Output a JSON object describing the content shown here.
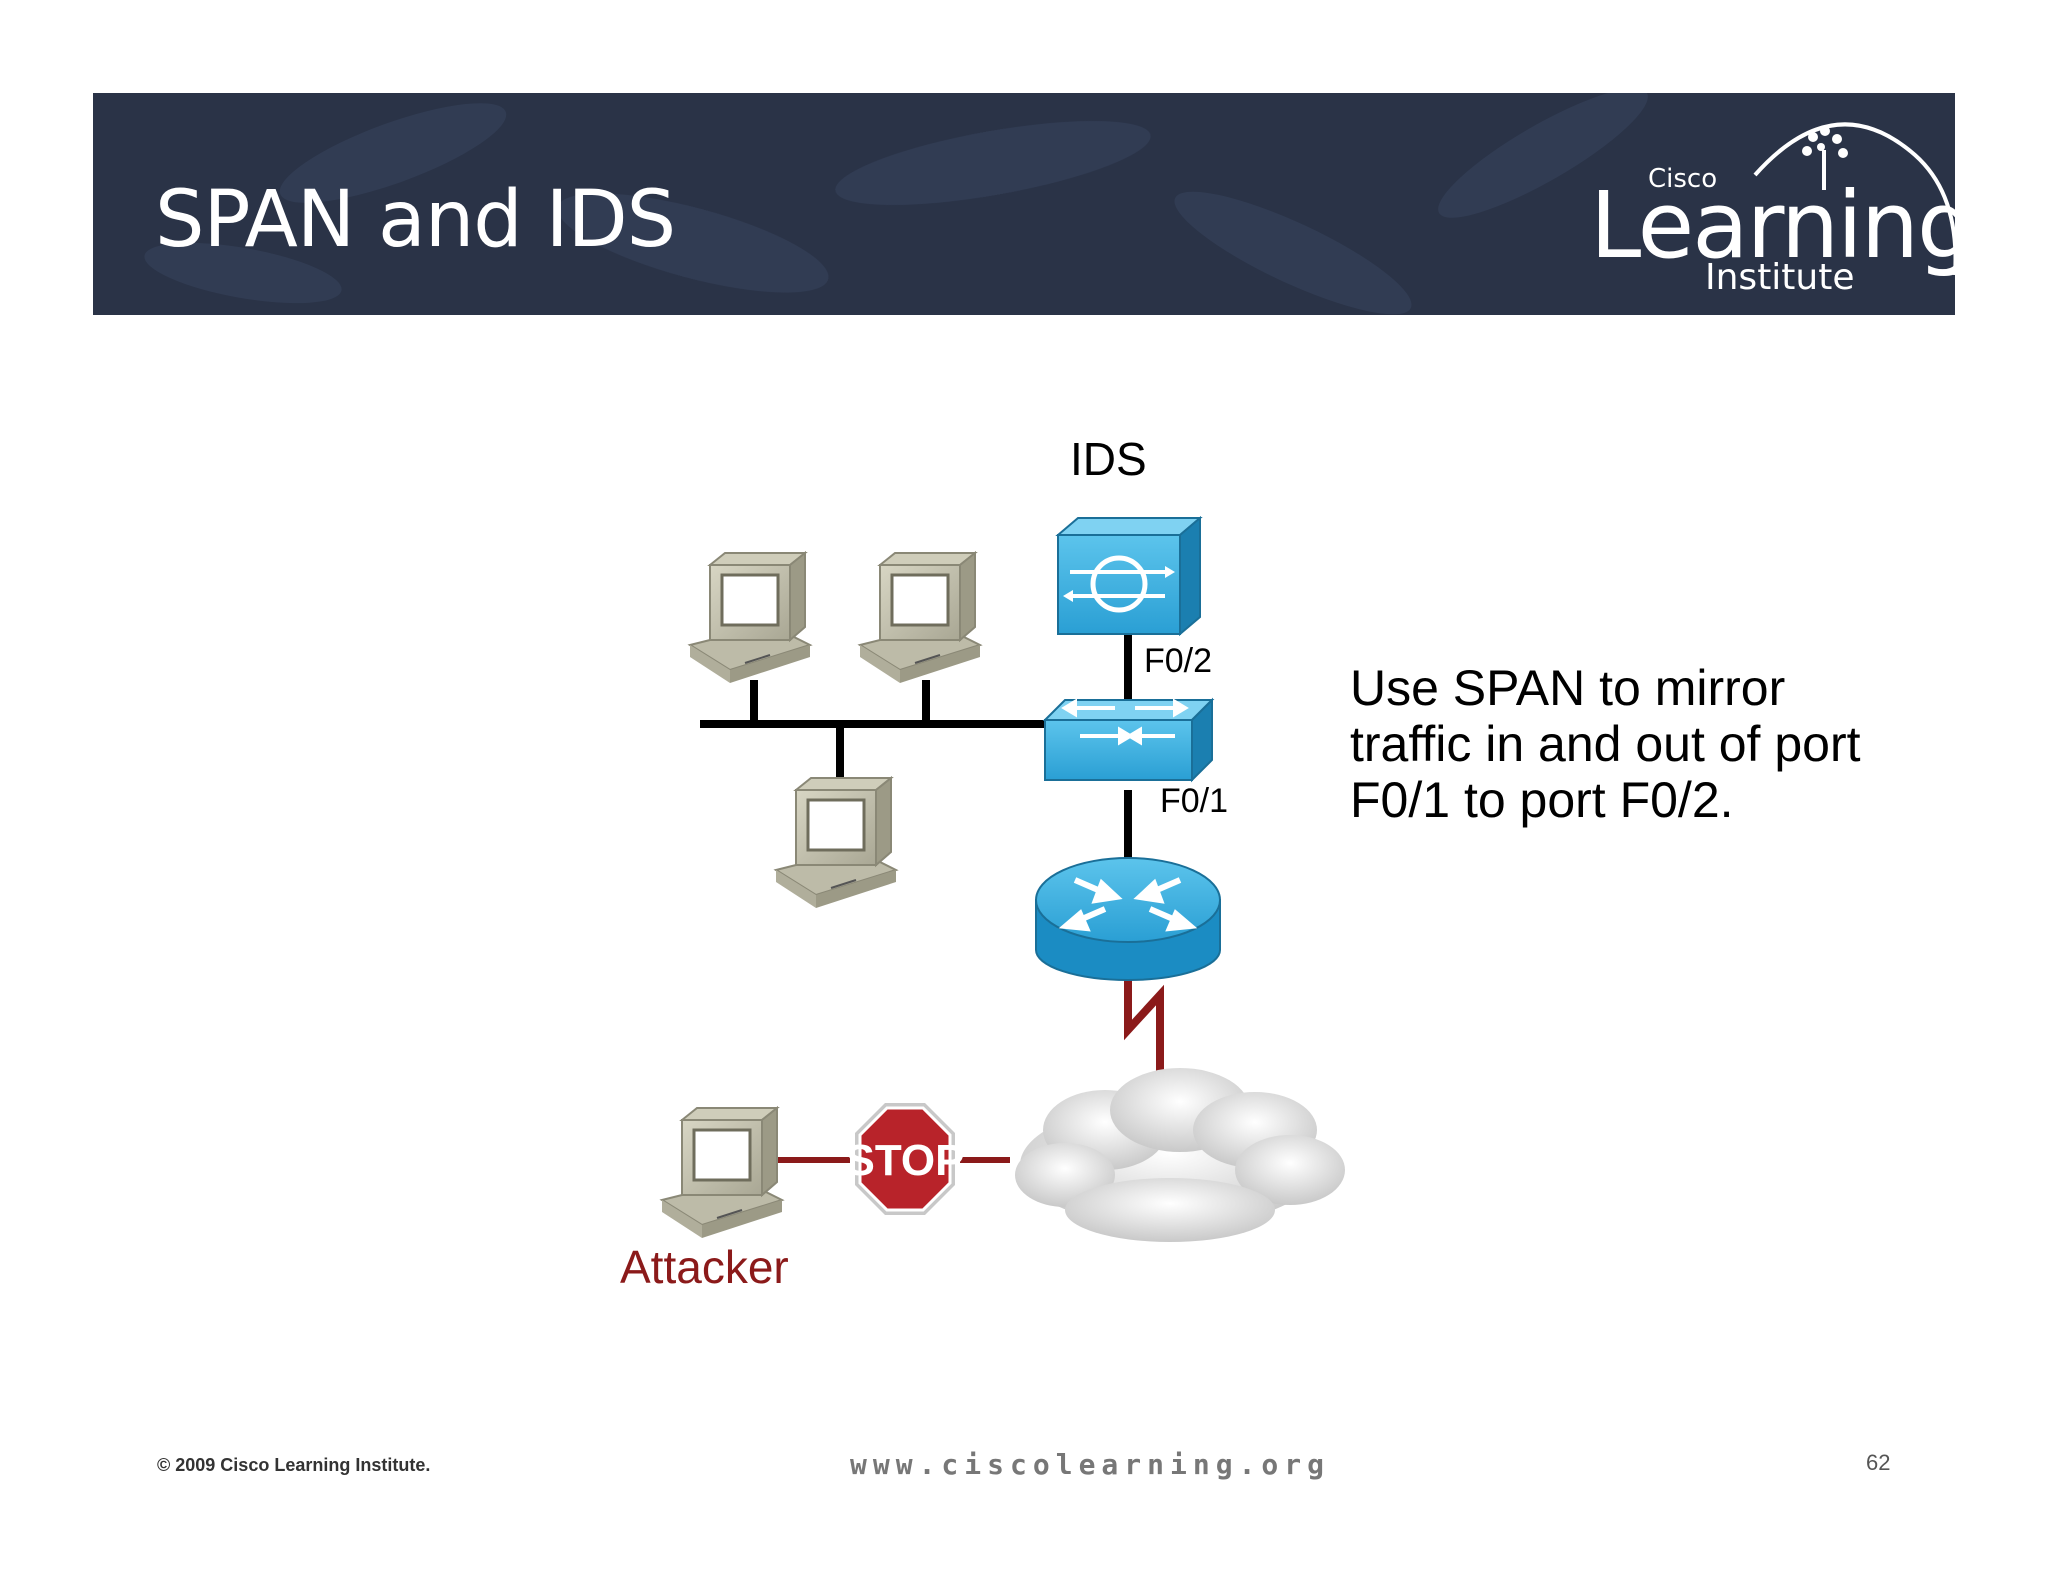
{
  "header": {
    "title": "SPAN and IDS",
    "logo": {
      "line1": "Cisco",
      "line2": "Learning",
      "line3": "Institute"
    }
  },
  "diagram": {
    "ids_label": "IDS",
    "port_upper": "F0/2",
    "port_lower": "F0/1",
    "attacker_label": "Attacker",
    "stop_sign": "STOP",
    "description": "Use SPAN to mirror traffic in and out of port F0/1 to port F0/2."
  },
  "footer": {
    "copyright": "© 2009 Cisco Learning Institute.",
    "url": "www.ciscolearning.org",
    "page": "62"
  },
  "colors": {
    "banner": "#2a3347",
    "device_blue": "#2aa3d8",
    "wan_link": "#8b1a1a",
    "stop_red": "#b8232a"
  }
}
